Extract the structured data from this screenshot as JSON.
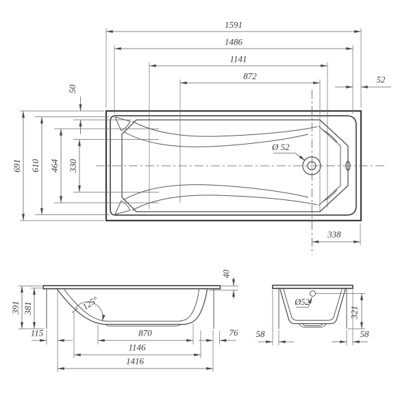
{
  "drawing": {
    "type": "bathtub technical drawing",
    "background": "#ffffff",
    "line_color": "#4a4a4a"
  },
  "top_view": {
    "overall_length": "1591",
    "rim_length": "1486",
    "basin_length": "1141",
    "bottom_length": "872",
    "rim_side_width": "52",
    "rim_top_width": "50",
    "overall_width": "691",
    "rim_width": "610",
    "basin_width": "464",
    "bottom_width": "330",
    "drain_diameter": "Ø 52",
    "drain_to_edge": "338"
  },
  "front_view": {
    "overall_height": "391",
    "shell_height": "381",
    "rim_thickness": "40",
    "backrest_angle": "125°",
    "left_offset": "115",
    "bottom_flat_length": "870",
    "base_length": "1146",
    "shell_length": "1416",
    "right_offset": "76"
  },
  "end_view": {
    "drain_diameter": "Ø52",
    "drain_height": "321",
    "left_overhang": "58",
    "right_overhang": "58"
  }
}
